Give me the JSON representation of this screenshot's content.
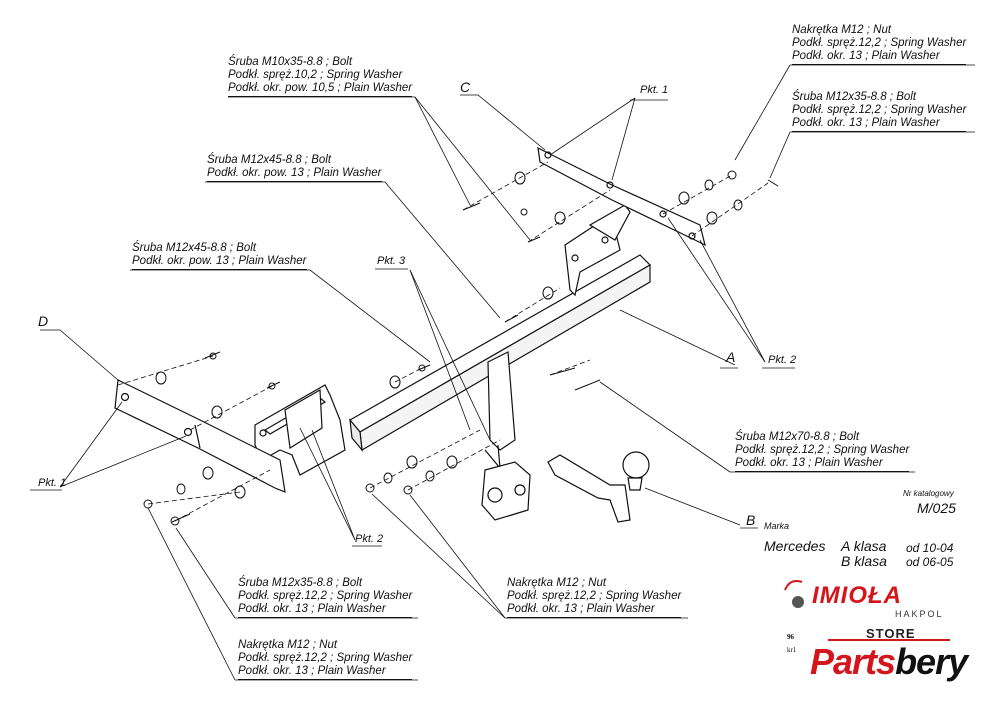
{
  "labels": {
    "top_left": [
      "Śruba M10x35-8.8 ;  Bolt",
      "Podkł. spręż.10,2 ; Spring Washer",
      "Podkł. okr. pow. 10,5 ; Plain Washer"
    ],
    "mid_left": [
      "Śruba M12x45-8.8 ;  Bolt",
      "Podkł. okr. pow. 13 ; Plain Washer"
    ],
    "left": [
      "Śruba M12x45-8.8 ;  Bolt",
      "Podkł. okr. pow. 13 ; Plain Washer"
    ],
    "top_right": [
      "Nakrętka  M12 ; Nut",
      "Podkł. spręż.12,2 ; Spring Washer",
      "Podkł. okr. 13 ; Plain Washer"
    ],
    "right": [
      "Śruba M12x35-8.8 ;  Bolt",
      "Podkł. spręż.12,2 ; Spring Washer",
      "Podkł. okr.  13 ; Plain Washer"
    ],
    "right_low": [
      "Śruba M12x70-8.8 ;  Bolt",
      "Podkł. spręż.12,2 ; Spring Washer",
      "Podkł. okr. 13 ; Plain Washer"
    ],
    "bottom_left1": [
      "Śruba M12x35-8.8 ;  Bolt",
      "Podkł. spręż.12,2 ; Spring Washer",
      "Podkł. okr.  13 ; Plain Washer"
    ],
    "bottom_left2": [
      "Nakrętka  M12 ; Nut",
      "Podkł. spręż.12,2 ; Spring Washer",
      "Podkł. okr. 13 ; Plain Washer"
    ],
    "bottom_mid": [
      "Nakrętka  M12 ; Nut",
      "Podkł. spręż.12,2 ; Spring Washer",
      "Podkł. okr. 13 ; Plain Washer"
    ]
  },
  "letters": {
    "A": "A",
    "B": "B",
    "C": "C",
    "D": "D"
  },
  "points": {
    "pkt1_top": "Pkt. 1",
    "pkt1_left": "Pkt. 1",
    "pkt2_right": "Pkt. 2",
    "pkt2_bottom": "Pkt. 2",
    "pkt3": "Pkt. 3"
  },
  "info": {
    "catalog_label": "Nr katalogowy",
    "catalog_value": "M/025",
    "marka_label": "Marka",
    "make": "Mercedes",
    "model1": "A klasa",
    "model1_from": "od 10-04",
    "model2": "B klasa",
    "model2_from": "od 06-05",
    "page_num": "96",
    "page_sub": "kr1"
  },
  "logos": {
    "imiola": "IMIOŁA",
    "hakpol": "HAKPOL",
    "store": "STORE",
    "parts_red": "Parts",
    "parts_black": "bery"
  }
}
